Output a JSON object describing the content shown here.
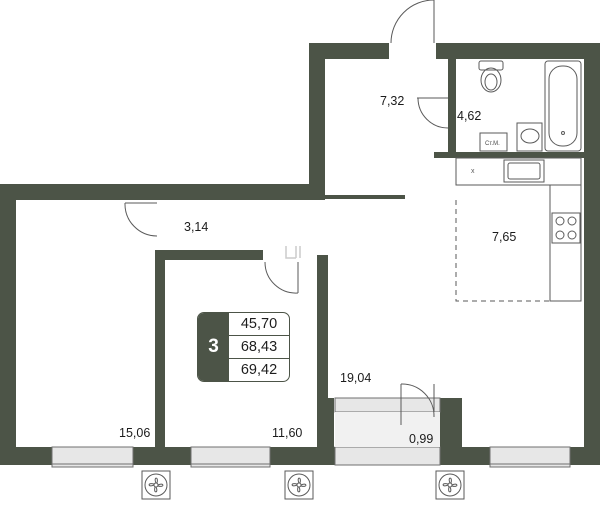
{
  "rooms": {
    "hall": "7,32",
    "bathroom": "4,62",
    "bathroom_note": "Ст.М.",
    "corridor": "3,14",
    "kitchen": "7,65",
    "bedroom_left": "15,06",
    "bedroom_middle": "11,60",
    "living_room": "19,04",
    "balcony": "0,99"
  },
  "summary": {
    "room_count": "3",
    "living_area": "45,70",
    "total_area": "68,43",
    "total_area_with_balcony": "69,42"
  },
  "colors": {
    "wall": "#4c5447",
    "window": "#e7e7e7",
    "line": "#5a5a5a"
  },
  "icons": [
    "vent-fan-icon",
    "toilet-icon",
    "bathtub-icon",
    "sink-icon",
    "stove-icon",
    "kitchen-sink-icon",
    "door-icon",
    "watermark-icon"
  ]
}
